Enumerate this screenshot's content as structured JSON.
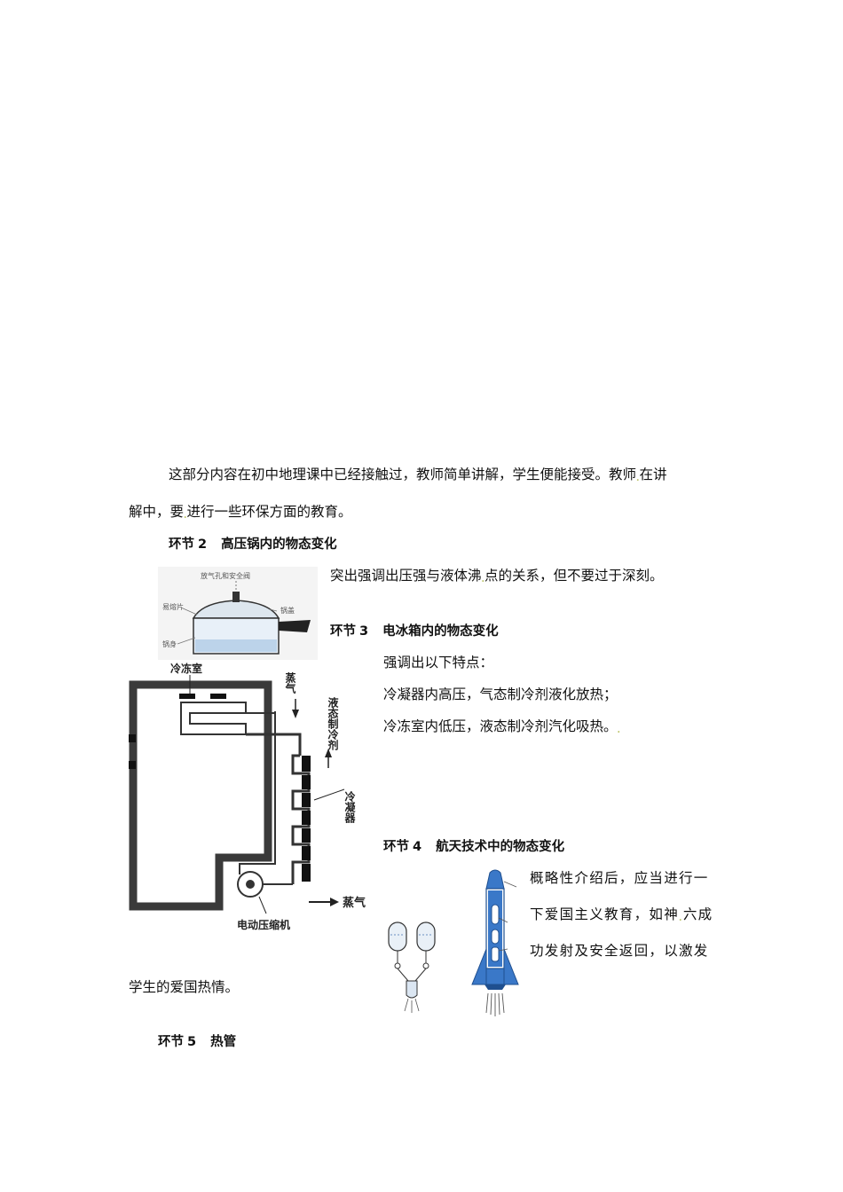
{
  "intro": {
    "line1": "这部分内容在初中地理课中已经接触过，教师简单讲解，学生便能接受。教师",
    "line1_tail": "在讲",
    "line2_head": "解中，要",
    "line2": "进行一些环保方面的教育。"
  },
  "section2": {
    "prefix": "环节",
    "number": "2",
    "title": "高压锅内的物态变化",
    "text_head": "突出强调出压强与液体沸",
    "text_tail": "点的关系，但不要过于深刻。",
    "figure": {
      "label_top": "放气孔和安全阀",
      "label_left": "易熔片",
      "label_right": "锅盖",
      "label_body": "锅身"
    }
  },
  "section3": {
    "prefix": "环节",
    "number": "3",
    "title": "电冰箱内的物态变化",
    "lines": [
      "强调出以下特点：",
      "冷凝器内高压，气态制冷剂液化放热；",
      "冷冻室内低压，液态制冷剂汽化吸热。"
    ],
    "figure": {
      "label_freezer": "冷冻室",
      "label_vapor_top": "蒸气",
      "label_liquid": "液态制冷剂",
      "label_condenser": "冷凝器",
      "label_vapor_bottom": "蒸气",
      "label_compressor": "电动压缩机"
    }
  },
  "section4": {
    "prefix": "环节",
    "number": "4",
    "title": "航天技术中的物态变化",
    "lines": [
      "概略性介绍后，应当进行一",
      "下爱国主义教育，如神",
      "六成",
      "功发射及安全返回，以激发",
      "学生的爱国热情。"
    ]
  },
  "section5": {
    "prefix": "环节",
    "number": "5",
    "title": "热管"
  },
  "colors": {
    "rocket_blue": "#3a78c8",
    "dot_accent": "#b8c060",
    "fridge_wall": "#3a3a3a"
  }
}
